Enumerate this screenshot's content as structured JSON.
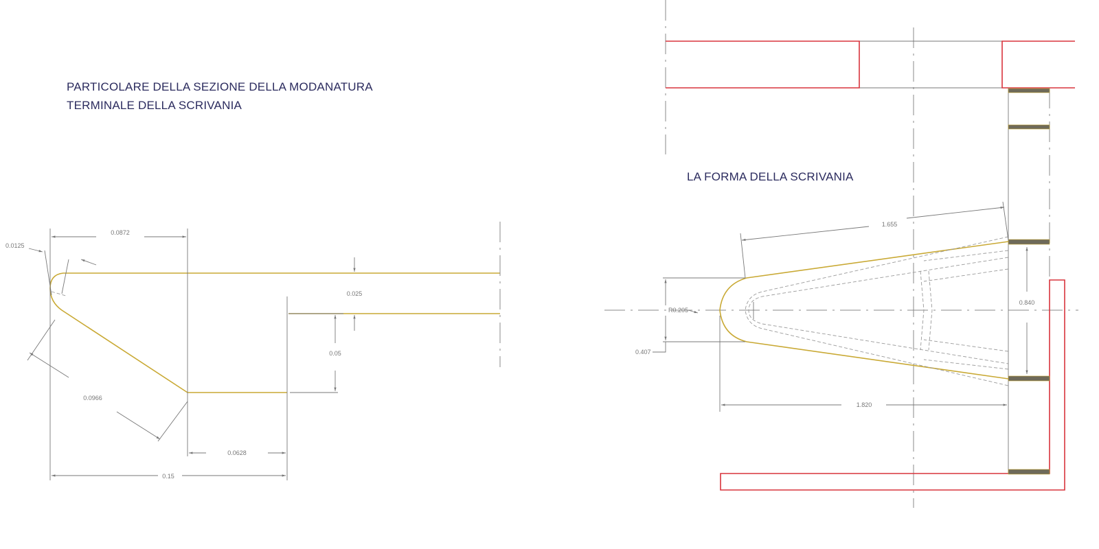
{
  "left_drawing": {
    "title_line1": "PARTICOLARE DELLA SEZIONE DELLA MODANATURA",
    "title_line2": "TERMINALE DELLA SCRIVANIA",
    "dimensions": {
      "d_0125": "0.0125",
      "d_0872": "0.0872",
      "d_025": "0.025",
      "d_05": "0.05",
      "d_0966": "0.0966",
      "d_0628": "0.0628",
      "d_015": "0.15"
    }
  },
  "right_drawing": {
    "title": "LA FORMA DELLA SCRIVANIA",
    "dimensions": {
      "d_1655": "1.655",
      "d_r0205": "R0.205",
      "d_0840": "0.840",
      "d_0407": "0.407",
      "d_1820": "1.820"
    }
  },
  "colors": {
    "title": "#2b2b5e",
    "profile": "#c9a934",
    "wall": "#d8333c",
    "line": "#777777"
  }
}
